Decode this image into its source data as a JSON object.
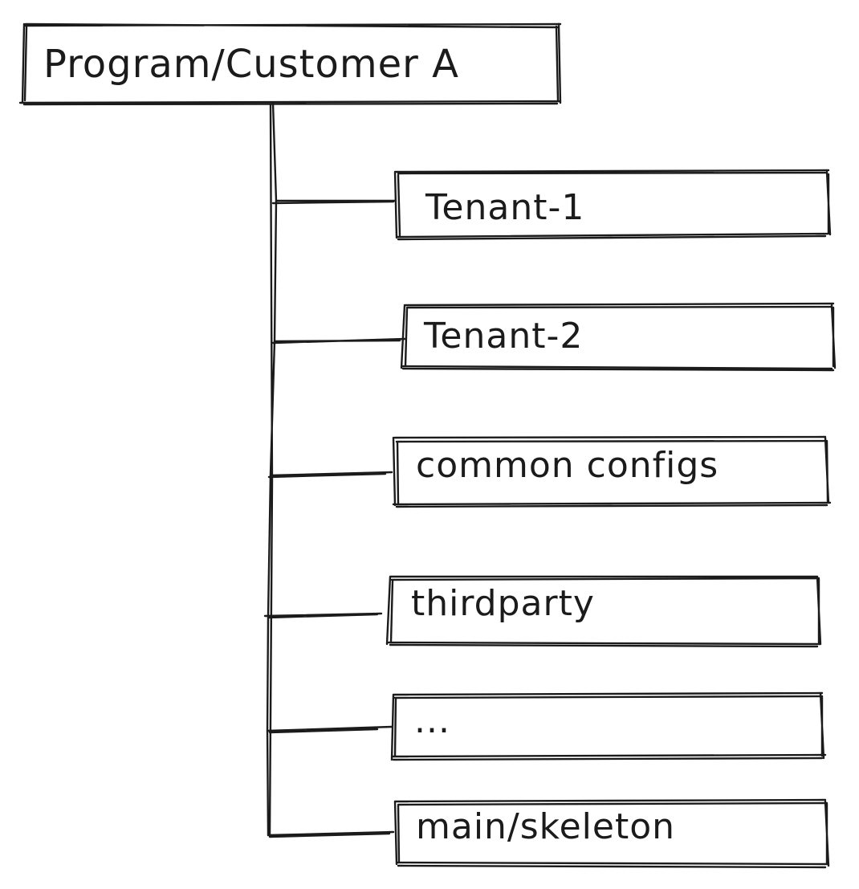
{
  "root": {
    "label": "Program/Customer A"
  },
  "children": [
    {
      "label": "Tenant-1"
    },
    {
      "label": "Tenant-2"
    },
    {
      "label": "common configs"
    },
    {
      "label": "thirdparty"
    },
    {
      "label": "..."
    },
    {
      "label": "main/skeleton"
    }
  ],
  "colors": {
    "stroke": "#1b1b1b",
    "background": "#ffffff"
  }
}
